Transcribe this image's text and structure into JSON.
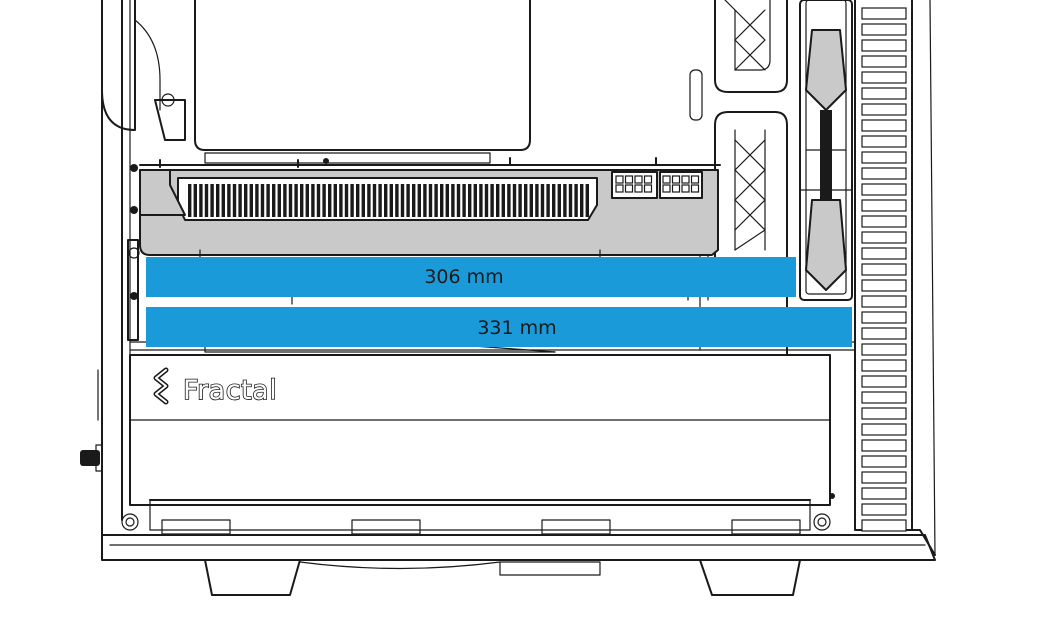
{
  "brand": {
    "name": "Fractal"
  },
  "measurements": [
    {
      "label": "306 mm",
      "value_mm": 306
    },
    {
      "label": "331 mm",
      "value_mm": 331
    }
  ],
  "colors": {
    "measurement_bar": "#1a9ad9",
    "outline": "#1a1a1a",
    "gpu_body": "#c9c9c9",
    "background": "#ffffff"
  },
  "icons": {
    "brand_logo": "fractal-logo-icon",
    "front_fan": "case-fan-icon"
  }
}
